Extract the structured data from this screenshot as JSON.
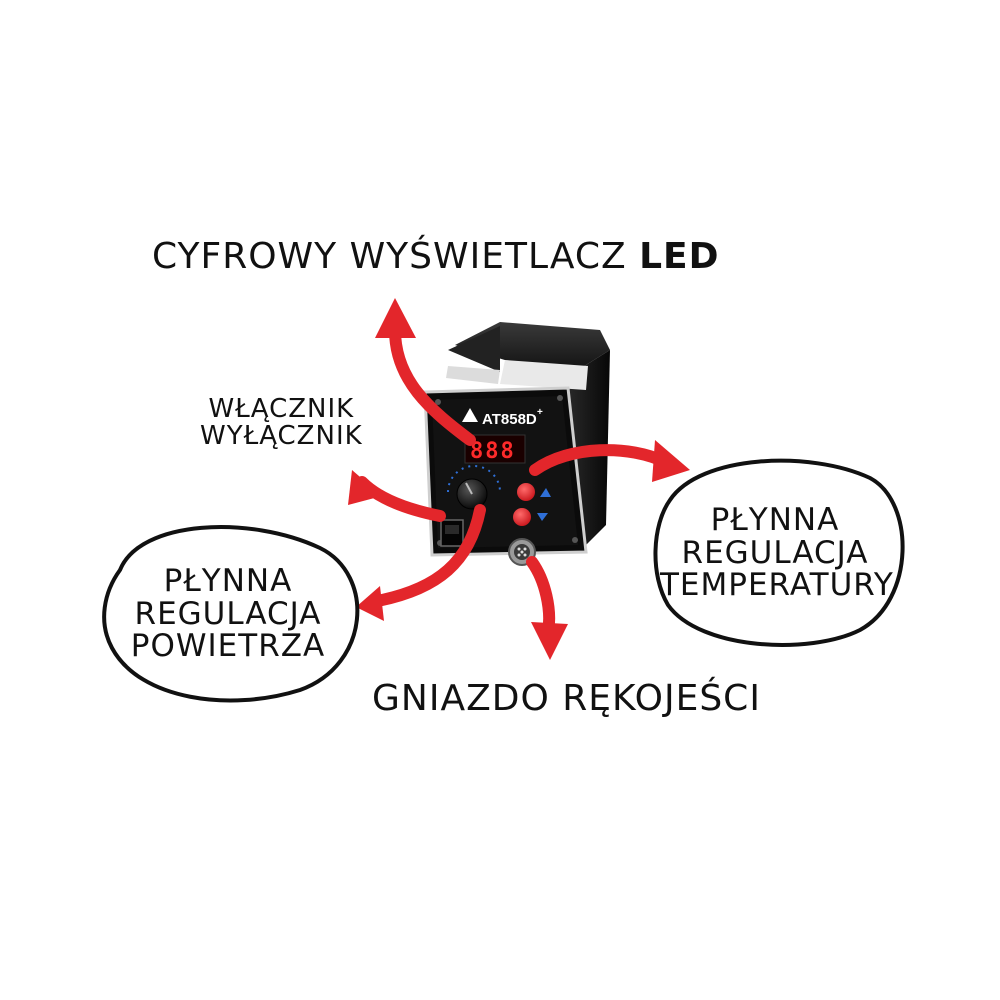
{
  "labels": {
    "display_prefix": "CYFROWY WYŚWIETLACZ",
    "display_bold": "LED",
    "switch_line1": "WŁĄCZNIK",
    "switch_line2": "WYŁĄCZNIK",
    "air_line1": "PŁYNNA",
    "air_line2": "REGULACJA",
    "air_line3": "POWIETRZA",
    "temp_line1": "PŁYNNA",
    "temp_line2": "REGULACJA",
    "temp_line3": "TEMPERATURY",
    "socket": "GNIAZDO RĘKOJEŚCI"
  },
  "device": {
    "model": "AT858D",
    "model_suffix": "+",
    "display_readout": "888"
  },
  "colors": {
    "arrow": "#e3262b",
    "device_body": "#151515",
    "display_digits": "#ff2a2a",
    "dial_scale": "#2f6fd6",
    "ink": "#111111"
  }
}
